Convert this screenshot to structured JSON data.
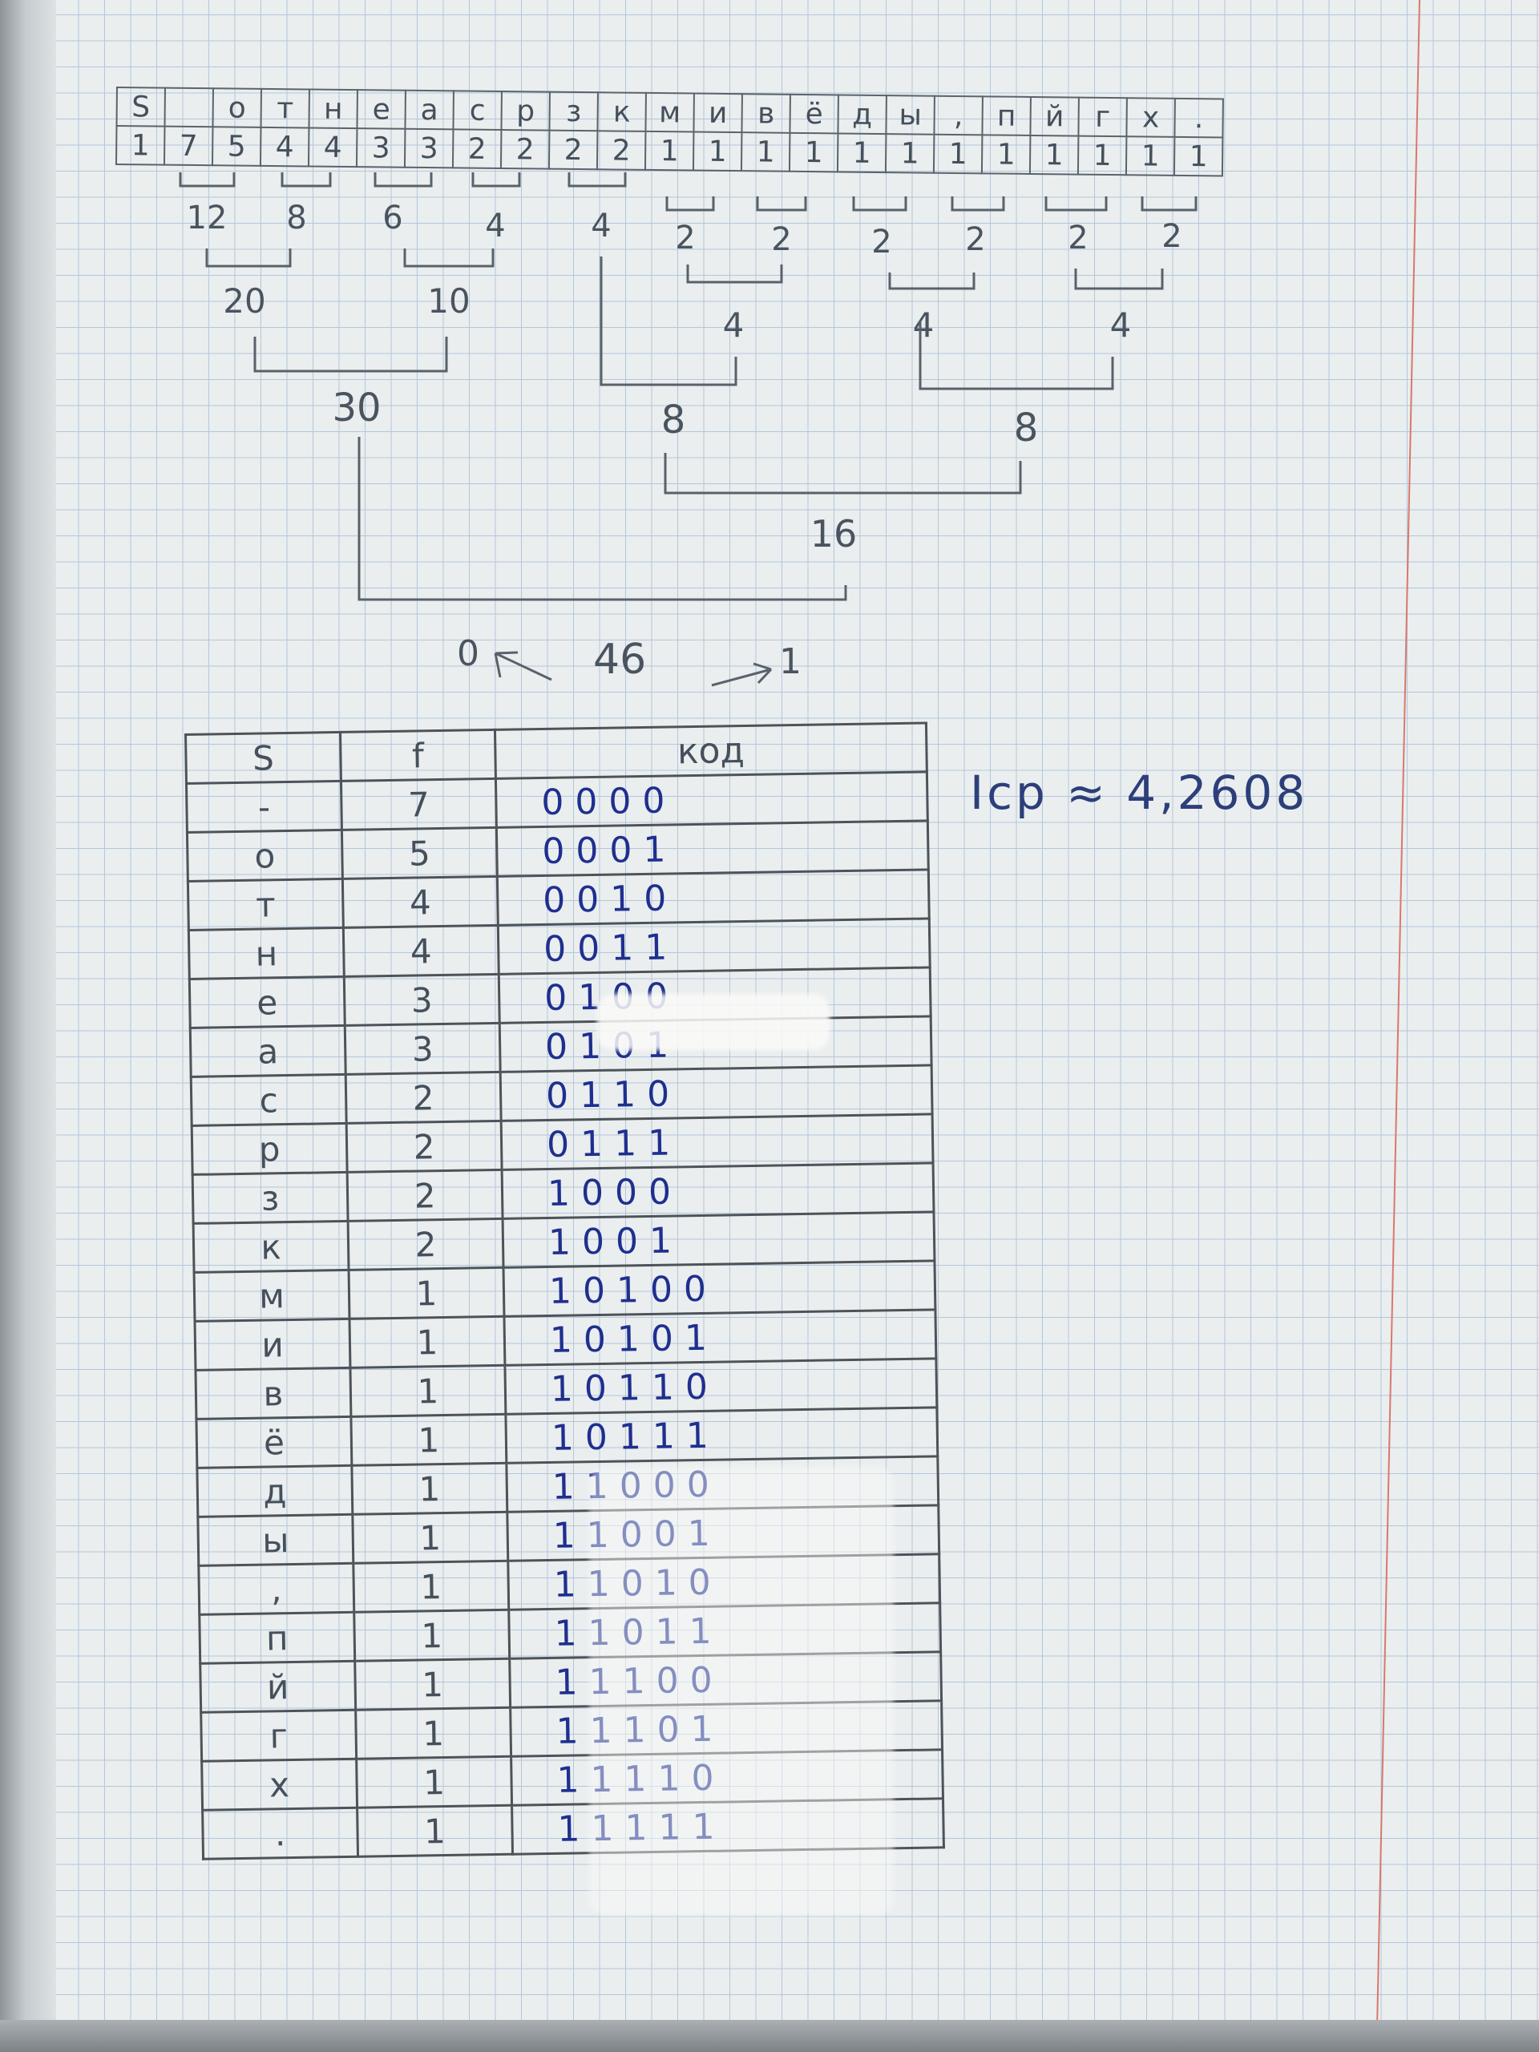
{
  "symbol_strip": {
    "symbols": [
      "S",
      "",
      "о",
      "т",
      "н",
      "е",
      "а",
      "с",
      "р",
      "з",
      "к",
      "м",
      "и",
      "в",
      "ё",
      "д",
      "ы",
      ",",
      "п",
      "й",
      "г",
      "х",
      "."
    ],
    "counts": [
      "1",
      "7",
      "5",
      "4",
      "4",
      "3",
      "3",
      "2",
      "2",
      "2",
      "2",
      "1",
      "1",
      "1",
      "1",
      "1",
      "1",
      "1",
      "1",
      "1",
      "1",
      "1",
      "1"
    ]
  },
  "tree": {
    "level1": [
      "12",
      "8",
      "6",
      "4",
      "4",
      "2",
      "2",
      "2",
      "2",
      "2",
      "2"
    ],
    "level2": [
      "20",
      "10",
      "4",
      "4",
      "4"
    ],
    "level3": [
      "30",
      "8",
      "8"
    ],
    "level4": [
      "16"
    ],
    "root": {
      "left_label": "0",
      "total": "46",
      "right_label": "1"
    }
  },
  "table": {
    "headers": {
      "symbol": "S",
      "freq": "f",
      "code": "код"
    },
    "rows": [
      {
        "s": "-",
        "f": "7",
        "code": "0000"
      },
      {
        "s": "о",
        "f": "5",
        "code": "0001"
      },
      {
        "s": "т",
        "f": "4",
        "code": "0010"
      },
      {
        "s": "н",
        "f": "4",
        "code": "0011"
      },
      {
        "s": "е",
        "f": "3",
        "code": "0100"
      },
      {
        "s": "а",
        "f": "3",
        "code": "0101"
      },
      {
        "s": "с",
        "f": "2",
        "code": "0110"
      },
      {
        "s": "р",
        "f": "2",
        "code": "0111"
      },
      {
        "s": "з",
        "f": "2",
        "code": "1000"
      },
      {
        "s": "к",
        "f": "2",
        "code": "1001"
      },
      {
        "s": "м",
        "f": "1",
        "code": "10100"
      },
      {
        "s": "и",
        "f": "1",
        "code": "10101"
      },
      {
        "s": "в",
        "f": "1",
        "code": "10110"
      },
      {
        "s": "ё",
        "f": "1",
        "code": "10111"
      },
      {
        "s": "д",
        "f": "1",
        "code": "11000"
      },
      {
        "s": "ы",
        "f": "1",
        "code": "11001"
      },
      {
        "s": ",",
        "f": "1",
        "code": "11010"
      },
      {
        "s": "п",
        "f": "1",
        "code": "11011"
      },
      {
        "s": "й",
        "f": "1",
        "code": "11100"
      },
      {
        "s": "г",
        "f": "1",
        "code": "11101"
      },
      {
        "s": "х",
        "f": "1",
        "code": "11110"
      },
      {
        "s": ".",
        "f": "1",
        "code": "11111"
      }
    ]
  },
  "entropy": "Iср ≈ 4,2608",
  "colors": {
    "ink_blue": "#1f2f8f",
    "pencil": "#4a545e",
    "grid": "#b4c6d9",
    "margin_red": "#d9786c"
  }
}
